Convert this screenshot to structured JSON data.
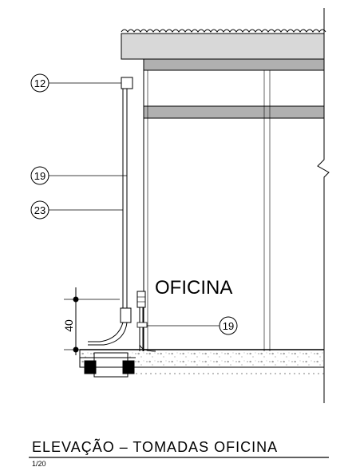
{
  "drawing": {
    "room_label": "OFICINA",
    "dimension_label": "40",
    "callouts": [
      {
        "id": "12"
      },
      {
        "id": "19"
      },
      {
        "id": "23"
      },
      {
        "id": "19"
      }
    ],
    "title": "ELEVAÇÃO – TOMADAS OFICINA",
    "scale": "1/20"
  }
}
